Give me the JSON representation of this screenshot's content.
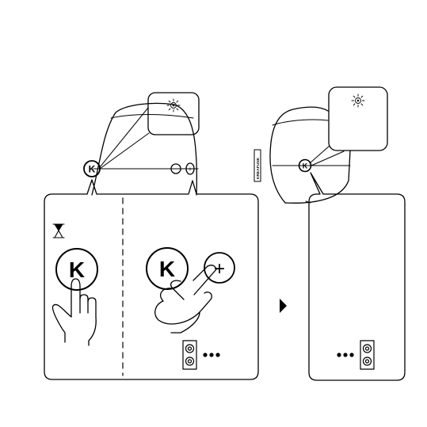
{
  "speaker_brand": "KREAFUNK",
  "step": {
    "hold": {
      "button_letter": "K",
      "icons": [
        "hourglass-icon",
        "k-button-icon",
        "pointing-hand-icon"
      ]
    },
    "press_combo": {
      "button_letter": "K",
      "plus_symbol": "+",
      "icons": [
        "k-button-icon",
        "plus-button-icon",
        "pointing-hand-icon",
        "speaker-icon",
        "ellipsis-icon"
      ]
    },
    "result": {
      "icons": [
        "ellipsis-icon",
        "speaker-icon"
      ]
    }
  },
  "top_controls": {
    "k_letter": "K",
    "minus_symbol": "−",
    "plus_symbol": "+"
  },
  "indicator_icon": "light-on-icon",
  "arrow_icon": "play-arrow-icon",
  "colors": {
    "line": "#000000",
    "background": "#ffffff"
  }
}
